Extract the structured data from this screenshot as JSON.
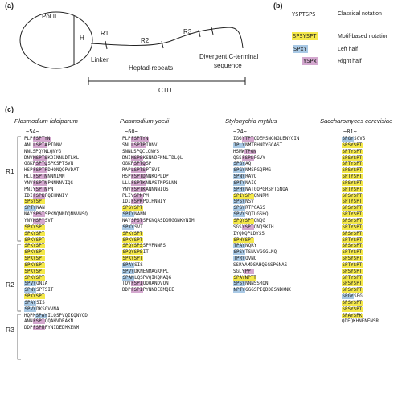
{
  "panel_a": {
    "label": "(a)",
    "pol_ii": "Pol II",
    "h": "H",
    "r1": "R1",
    "r2": "R2",
    "r3": "R3",
    "linker": "Linker",
    "heptad": "Heptad-repeats",
    "divergent_line1": "Divergent C-terminal",
    "divergent_line2": "sequence",
    "ctd": "CTD"
  },
  "panel_b": {
    "label": "(b)",
    "classical_seq": "YSPTSPS",
    "classical_text": "Classical notation",
    "motif_seq": "SPSYSPT",
    "motif_text": "Motif-based notation",
    "left_seq": "SPxY",
    "left_text": "Left half",
    "right_seq": "YSPx",
    "right_text": "Right half",
    "colors": {
      "motif": "#f4e84a",
      "left": "#a9c9e5",
      "right": "#d4a8cf"
    }
  },
  "panel_c": {
    "label": "(c)",
    "regions": [
      "R1",
      "R2",
      "R3"
    ],
    "columns": [
      {
        "title": "Plasmodium falciparum",
        "count": "~54~",
        "lines": [
          [
            [
              "PLP",
              ""
            ],
            [
              "FSPTYN",
              "r"
            ]
          ],
          [
            [
              "ANL",
              ""
            ],
            [
              "LSPTA",
              "r"
            ],
            [
              "PIDNV",
              ""
            ]
          ],
          [
            [
              "NNLSPQYNLQNYG",
              ""
            ]
          ],
          [
            [
              "DNV",
              ""
            ],
            [
              "MSPTS",
              "r"
            ],
            [
              "KDINNLDTLKL",
              ""
            ]
          ],
          [
            [
              "GGKF",
              ""
            ],
            [
              "SPTQ",
              "r"
            ],
            [
              "SPKSPTSVN",
              ""
            ]
          ],
          [
            [
              "HSP",
              ""
            ],
            [
              "FSPTF",
              "r"
            ],
            [
              "DHQNQQPVDAT",
              ""
            ]
          ],
          [
            [
              "HLL",
              ""
            ],
            [
              "FSPTN",
              "r"
            ],
            [
              "NNNIMN",
              ""
            ]
          ],
          [
            [
              "YNV",
              ""
            ],
            [
              "FSPTN",
              "r"
            ],
            [
              "PNNNNVIQS",
              ""
            ]
          ],
          [
            [
              "PNIY",
              ""
            ],
            [
              "SPTN",
              "r"
            ],
            [
              "PN",
              ""
            ]
          ],
          [
            [
              "IDI",
              ""
            ],
            [
              "FSPK",
              "r"
            ],
            [
              "PQIHNNIY",
              ""
            ]
          ],
          [
            [
              "SPSYSPT",
              "m"
            ]
          ],
          [
            [
              "SPTY",
              "l"
            ],
            [
              "NAN",
              ""
            ]
          ],
          [
            [
              "NAY",
              ""
            ],
            [
              "SPST",
              "r"
            ],
            [
              "SPKNQNNDQNNVNSQ",
              ""
            ]
          ],
          [
            [
              "YNV",
              ""
            ],
            [
              "MSPY",
              "r"
            ],
            [
              "SVT",
              ""
            ]
          ],
          [
            [
              "SPKYSPT",
              "m"
            ]
          ],
          [
            [
              "SPKYSPT",
              "m"
            ]
          ],
          [
            [
              "SPKYSPT",
              "m"
            ]
          ],
          [
            [
              "SPKYSPT",
              "m"
            ]
          ],
          [
            [
              "SPKYSPT",
              "m"
            ]
          ],
          [
            [
              "SPKYSPT",
              "m"
            ]
          ],
          [
            [
              "SPKYSPT",
              "m"
            ]
          ],
          [
            [
              "SPKYSPT",
              "m"
            ]
          ],
          [
            [
              "SPKYSPT",
              "m"
            ]
          ],
          [
            [
              "SPVY",
              "l"
            ],
            [
              "QNIA",
              ""
            ]
          ],
          [
            [
              "SPNY",
              "l"
            ],
            [
              "SPTSIT",
              ""
            ]
          ],
          [
            [
              "SPKYSPT",
              "m"
            ]
          ],
          [
            [
              "SPAY",
              "l"
            ],
            [
              "SIS",
              ""
            ]
          ],
          [
            [
              "SPVY",
              "l"
            ],
            [
              "DKSGVVNA",
              ""
            ]
          ],
          [
            [
              "HQPM",
              ""
            ],
            [
              "SPAY",
              "l"
            ],
            [
              "ILQSPVQIKQNVQD",
              ""
            ]
          ],
          [
            [
              "ANN",
              ""
            ],
            [
              "FSPI",
              "r"
            ],
            [
              "QQAHVDEAKN",
              ""
            ]
          ],
          [
            [
              "DDP",
              ""
            ],
            [
              "FSPM",
              "r"
            ],
            [
              "PYNIDEDMKENM",
              ""
            ]
          ]
        ]
      },
      {
        "title": "Plasmodium yoelii",
        "count": "~60~",
        "lines": [
          [
            [
              "PLP",
              ""
            ],
            [
              "FSPTYN",
              "r"
            ]
          ],
          [
            [
              "SNL",
              ""
            ],
            [
              "LSPTP",
              "r"
            ],
            [
              "IDNV",
              ""
            ]
          ],
          [
            [
              "SNNLSPQCLQNYS",
              ""
            ]
          ],
          [
            [
              "DNI",
              ""
            ],
            [
              "MSPS",
              "r"
            ],
            [
              "KSNNDFNNLTDLQL",
              ""
            ]
          ],
          [
            [
              "GGKF",
              ""
            ],
            [
              "SPTQ",
              "r"
            ],
            [
              "SP",
              ""
            ]
          ],
          [
            [
              "RAP",
              ""
            ],
            [
              "LSPTS",
              "r"
            ],
            [
              "PTSVI",
              ""
            ]
          ],
          [
            [
              "HSP",
              ""
            ],
            [
              "FSPTD",
              "r"
            ],
            [
              "NNKQPLDP",
              ""
            ]
          ],
          [
            [
              "LLL",
              ""
            ],
            [
              "FSPTK",
              "r"
            ],
            [
              "NNASTNPGLNN",
              ""
            ]
          ],
          [
            [
              "YNV",
              ""
            ],
            [
              "FSPTK",
              "r"
            ],
            [
              "ANNNNIQS",
              ""
            ]
          ],
          [
            [
              "PLIY",
              ""
            ],
            [
              "SPN",
              "r"
            ],
            [
              "PM",
              ""
            ]
          ],
          [
            [
              "IDI",
              ""
            ],
            [
              "FSPK",
              "r"
            ],
            [
              "PQIHNNIY",
              ""
            ]
          ],
          [
            [
              "SPSYSPT",
              "m"
            ]
          ],
          [
            [
              "SPTY",
              "l"
            ],
            [
              "NANN",
              ""
            ]
          ],
          [
            [
              "NAY",
              ""
            ],
            [
              "SPST",
              "r"
            ],
            [
              "SPKNQASDDMGGNKYNIM",
              ""
            ]
          ],
          [
            [
              "SPKY",
              "l"
            ],
            [
              "SVT",
              ""
            ]
          ],
          [
            [
              "SPKYSPT",
              "m"
            ]
          ],
          [
            [
              "SPKYSPT",
              "m"
            ]
          ],
          [
            [
              "SPQYSPS",
              "m"
            ],
            [
              "SPVPNNPS",
              ""
            ]
          ],
          [
            [
              "SPQYSPS",
              "m"
            ],
            [
              "IT",
              ""
            ]
          ],
          [
            [
              "SPKYSPT",
              "m"
            ]
          ],
          [
            [
              "SPAY",
              "l"
            ],
            [
              "SIS",
              ""
            ]
          ],
          [
            [
              "SPVY",
              "l"
            ],
            [
              "DKNENMAGKNPL",
              ""
            ]
          ],
          [
            [
              "SPAN",
              "l"
            ],
            [
              "LQSPVQIKQNAQG",
              ""
            ]
          ],
          [
            [
              "TQV",
              ""
            ],
            [
              "FSPI",
              "r"
            ],
            [
              "QQQANDVQN",
              ""
            ]
          ],
          [
            [
              "DDP",
              ""
            ],
            [
              "FSPI",
              "r"
            ],
            [
              "PYNNDEEMQEE",
              ""
            ]
          ]
        ]
      },
      {
        "title": "Stylonychia mytilus",
        "count": "~24~",
        "lines": [
          [
            [
              "IGG",
              ""
            ],
            [
              "YTPT",
              "r"
            ],
            [
              "QDEMSNGNGLENYGIN",
              ""
            ]
          ],
          [
            [
              "TPLY",
              "l"
            ],
            [
              "NMTPHNDYGGAST",
              ""
            ]
          ],
          [
            [
              "HSMW",
              ""
            ],
            [
              "TPGN",
              "r"
            ]
          ],
          [
            [
              "QGS",
              ""
            ],
            [
              "FSPS",
              "r"
            ],
            [
              "PGVY",
              ""
            ]
          ],
          [
            [
              "SPGY",
              "l"
            ],
            [
              "AQ",
              ""
            ]
          ],
          [
            [
              "SPGY",
              "l"
            ],
            [
              "NMSPGQPMG",
              ""
            ]
          ],
          [
            [
              "SPNY",
              "l"
            ],
            [
              "RAVQ",
              ""
            ]
          ],
          [
            [
              "SPTY",
              "l"
            ],
            [
              "NAIQ",
              ""
            ]
          ],
          [
            [
              "SPHY",
              "l"
            ],
            [
              "NATGQPGRSPTGNQA",
              ""
            ]
          ],
          [
            [
              "SPIYSPT",
              "m"
            ],
            [
              "QNNRM",
              ""
            ]
          ],
          [
            [
              "SPSY",
              "l"
            ],
            [
              "NSV",
              ""
            ]
          ],
          [
            [
              "SPGY",
              "l"
            ],
            [
              "RTPGASS",
              ""
            ]
          ],
          [
            [
              "SPVY",
              "l"
            ],
            [
              "SQTLGSHQ",
              ""
            ]
          ],
          [
            [
              "SPQYSPT",
              "m"
            ],
            [
              "QNQG",
              ""
            ]
          ],
          [
            [
              "SGS",
              ""
            ],
            [
              "YSPT",
              "r"
            ],
            [
              "QNQSKIH",
              ""
            ]
          ],
          [
            [
              "IYQ",
              ""
            ],
            [
              "NQPLDYSS",
              ""
            ]
          ],
          [
            [
              "SPHYSPT",
              "m"
            ]
          ],
          [
            [
              "TPAY",
              "l"
            ],
            [
              "NQRY",
              ""
            ]
          ],
          [
            [
              "SPSY",
              "l"
            ],
            [
              "TSNVVGGGLNQ",
              ""
            ]
          ],
          [
            [
              "TPRY",
              "l"
            ],
            [
              "QVNQ",
              ""
            ]
          ],
          [
            [
              "SSRYAMDSAHQSGSPGNAS",
              ""
            ]
          ],
          [
            [
              "SGLY",
              ""
            ],
            [
              "PPT",
              "r"
            ]
          ],
          [
            [
              "SPAYNPTT",
              "m"
            ]
          ],
          [
            [
              "SPSY",
              "l"
            ],
            [
              "NNNSSRQN",
              ""
            ]
          ],
          [
            [
              "NPTY",
              "l"
            ],
            [
              "GGGSPIQDDESNDKNK",
              ""
            ]
          ]
        ]
      },
      {
        "title": "Saccharomyces cerevisiae",
        "count": "~81~",
        "lines": [
          [
            [
              "SPGY",
              "l"
            ],
            [
              "SGVS",
              ""
            ]
          ],
          [
            [
              "SPSYSPT",
              "m"
            ]
          ],
          [
            [
              "SPTYSPT",
              "m"
            ]
          ],
          [
            [
              "SPSYSPT",
              "m"
            ]
          ],
          [
            [
              "SPTYSPT",
              "m"
            ]
          ],
          [
            [
              "SPSYSPT",
              "m"
            ]
          ],
          [
            [
              "SPTYSPT",
              "m"
            ]
          ],
          [
            [
              "SPSYSPT",
              "m"
            ]
          ],
          [
            [
              "SPTYSPT",
              "m"
            ]
          ],
          [
            [
              "SPSYSPT",
              "m"
            ]
          ],
          [
            [
              "SPTYSPT",
              "m"
            ]
          ],
          [
            [
              "SPSYSPT",
              "m"
            ]
          ],
          [
            [
              "SPTYSPT",
              "m"
            ]
          ],
          [
            [
              "SPSYSPT",
              "m"
            ]
          ],
          [
            [
              "SPTYSPT",
              "m"
            ]
          ],
          [
            [
              "SPSYSPT",
              "m"
            ]
          ],
          [
            [
              "SPTYSPT",
              "m"
            ]
          ],
          [
            [
              "SPSYSPT",
              "m"
            ]
          ],
          [
            [
              "SPTYSPT",
              "m"
            ]
          ],
          [
            [
              "SPSYSPT",
              "m"
            ]
          ],
          [
            [
              "SPTYSPT",
              "m"
            ]
          ],
          [
            [
              "SPSYSPT",
              "m"
            ]
          ],
          [
            [
              "SPTYSPT",
              "m"
            ]
          ],
          [
            [
              "SPSYSPT",
              "m"
            ]
          ],
          [
            [
              "SPSYSPT",
              "m"
            ]
          ],
          [
            [
              "SPGY",
              "l"
            ],
            [
              "SPG",
              ""
            ]
          ],
          [
            [
              "SPSYSPT",
              "m"
            ]
          ],
          [
            [
              "SPSYSPT",
              "m"
            ]
          ],
          [
            [
              "SPAYSPK",
              "m"
            ]
          ],
          [
            [
              "QDEQKHNENENSR",
              ""
            ]
          ]
        ]
      }
    ]
  }
}
